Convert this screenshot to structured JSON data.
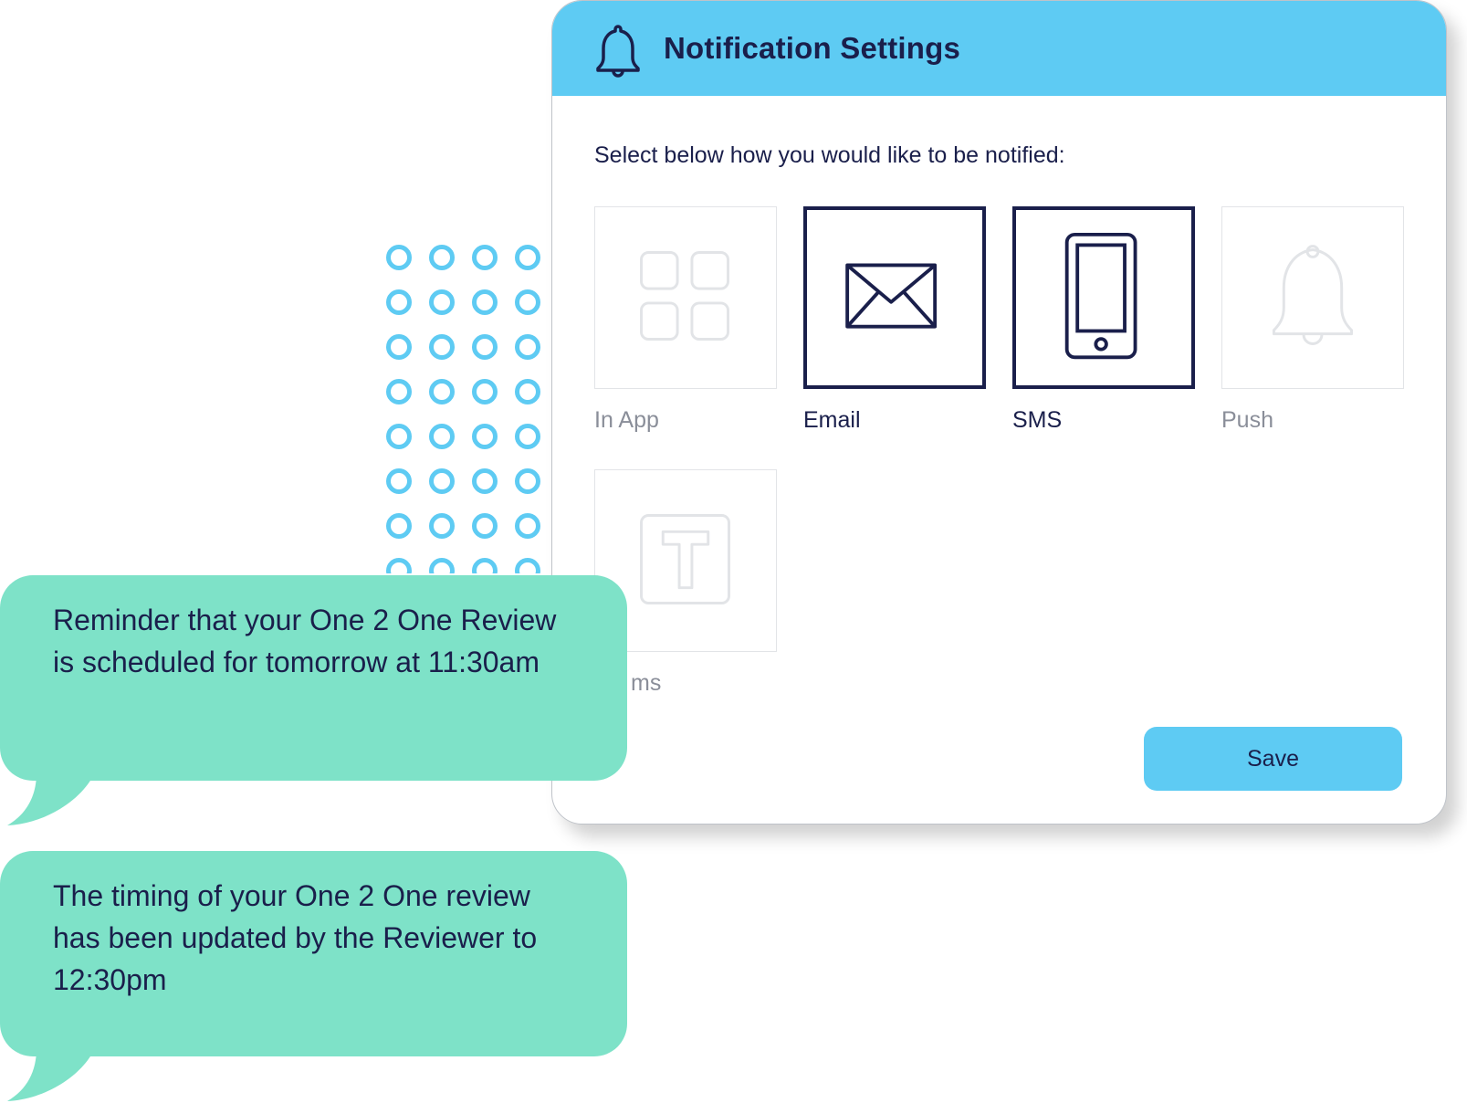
{
  "panel": {
    "title": "Notification Settings",
    "header_icon": "bell-icon",
    "instructions": "Select below how you would like to be notified:",
    "options": [
      {
        "label": "In App",
        "icon": "grid-icon",
        "selected": false
      },
      {
        "label": "Email",
        "icon": "envelope-icon",
        "selected": true
      },
      {
        "label": "SMS",
        "icon": "mobile-phone-icon",
        "selected": true
      },
      {
        "label": "Push",
        "icon": "bell-icon",
        "selected": false
      },
      {
        "label": "ms",
        "icon": "text-icon",
        "selected": false
      }
    ],
    "save_label": "Save"
  },
  "messages": [
    {
      "text": "Reminder that your One 2 One Review is scheduled for tomorrow at 11:30am"
    },
    {
      "text": "The timing of your One 2 One review has been updated by the Reviewer to 12:30pm"
    }
  ],
  "colors": {
    "accent": "#5ecbf3",
    "navy": "#1a1f4b",
    "bubble": "#7ee2c8",
    "muted": "#8a8e99"
  }
}
